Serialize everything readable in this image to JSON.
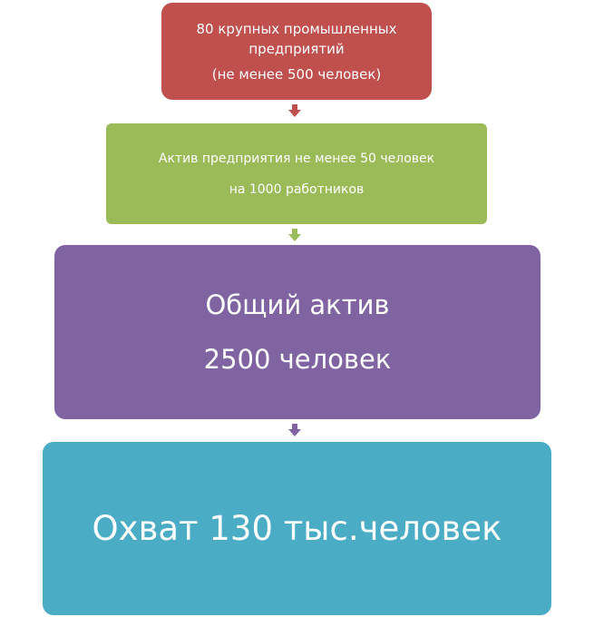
{
  "boxes": [
    {
      "lines": [
        "80 крупных промышленных",
        "предприятий",
        "(не менее 500 человек)"
      ],
      "color": "#c0504d"
    },
    {
      "lines": [
        "Актив предприятия не менее 50 человек",
        "на 1000 работников"
      ],
      "color": "#9bbb59"
    },
    {
      "lines": [
        "Общий актив",
        "2500 человек"
      ],
      "color": "#8064a2"
    },
    {
      "lines": [
        "Охват 130 тыс.человек"
      ],
      "color": "#4bacc6"
    }
  ]
}
